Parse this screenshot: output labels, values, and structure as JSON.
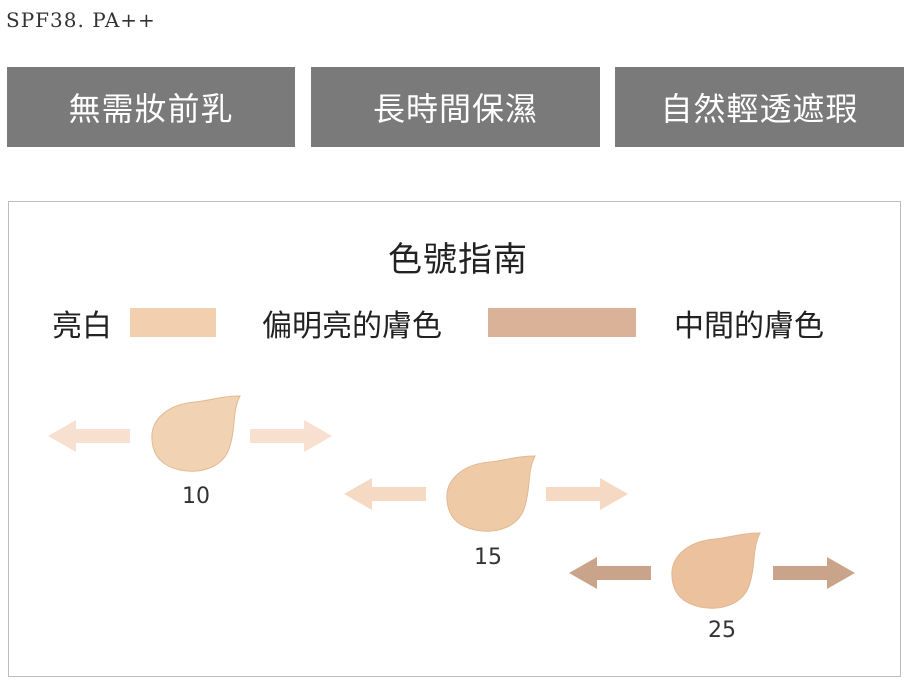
{
  "header": {
    "spf_text": "SPF38. PA++"
  },
  "features": [
    {
      "label": "無需妝前乳"
    },
    {
      "label": "長時間保濕"
    },
    {
      "label": "自然輕透遮瑕"
    }
  ],
  "guide": {
    "title": "色號指南",
    "legend": [
      {
        "label": "亮白",
        "color": "#f2cfae"
      },
      {
        "label": "偏明亮的膚色",
        "color": "#d9b297"
      },
      {
        "label": "中間的膚色"
      }
    ],
    "shades": [
      {
        "code": "10",
        "blob_color": "#f1d3b3",
        "arrow_color": "#f7e0cf"
      },
      {
        "code": "15",
        "blob_color": "#eecaa6",
        "arrow_color": "#f6d9c3"
      },
      {
        "code": "25",
        "blob_color": "#ebc19e",
        "arrow_color": "#c9a48a"
      }
    ]
  }
}
